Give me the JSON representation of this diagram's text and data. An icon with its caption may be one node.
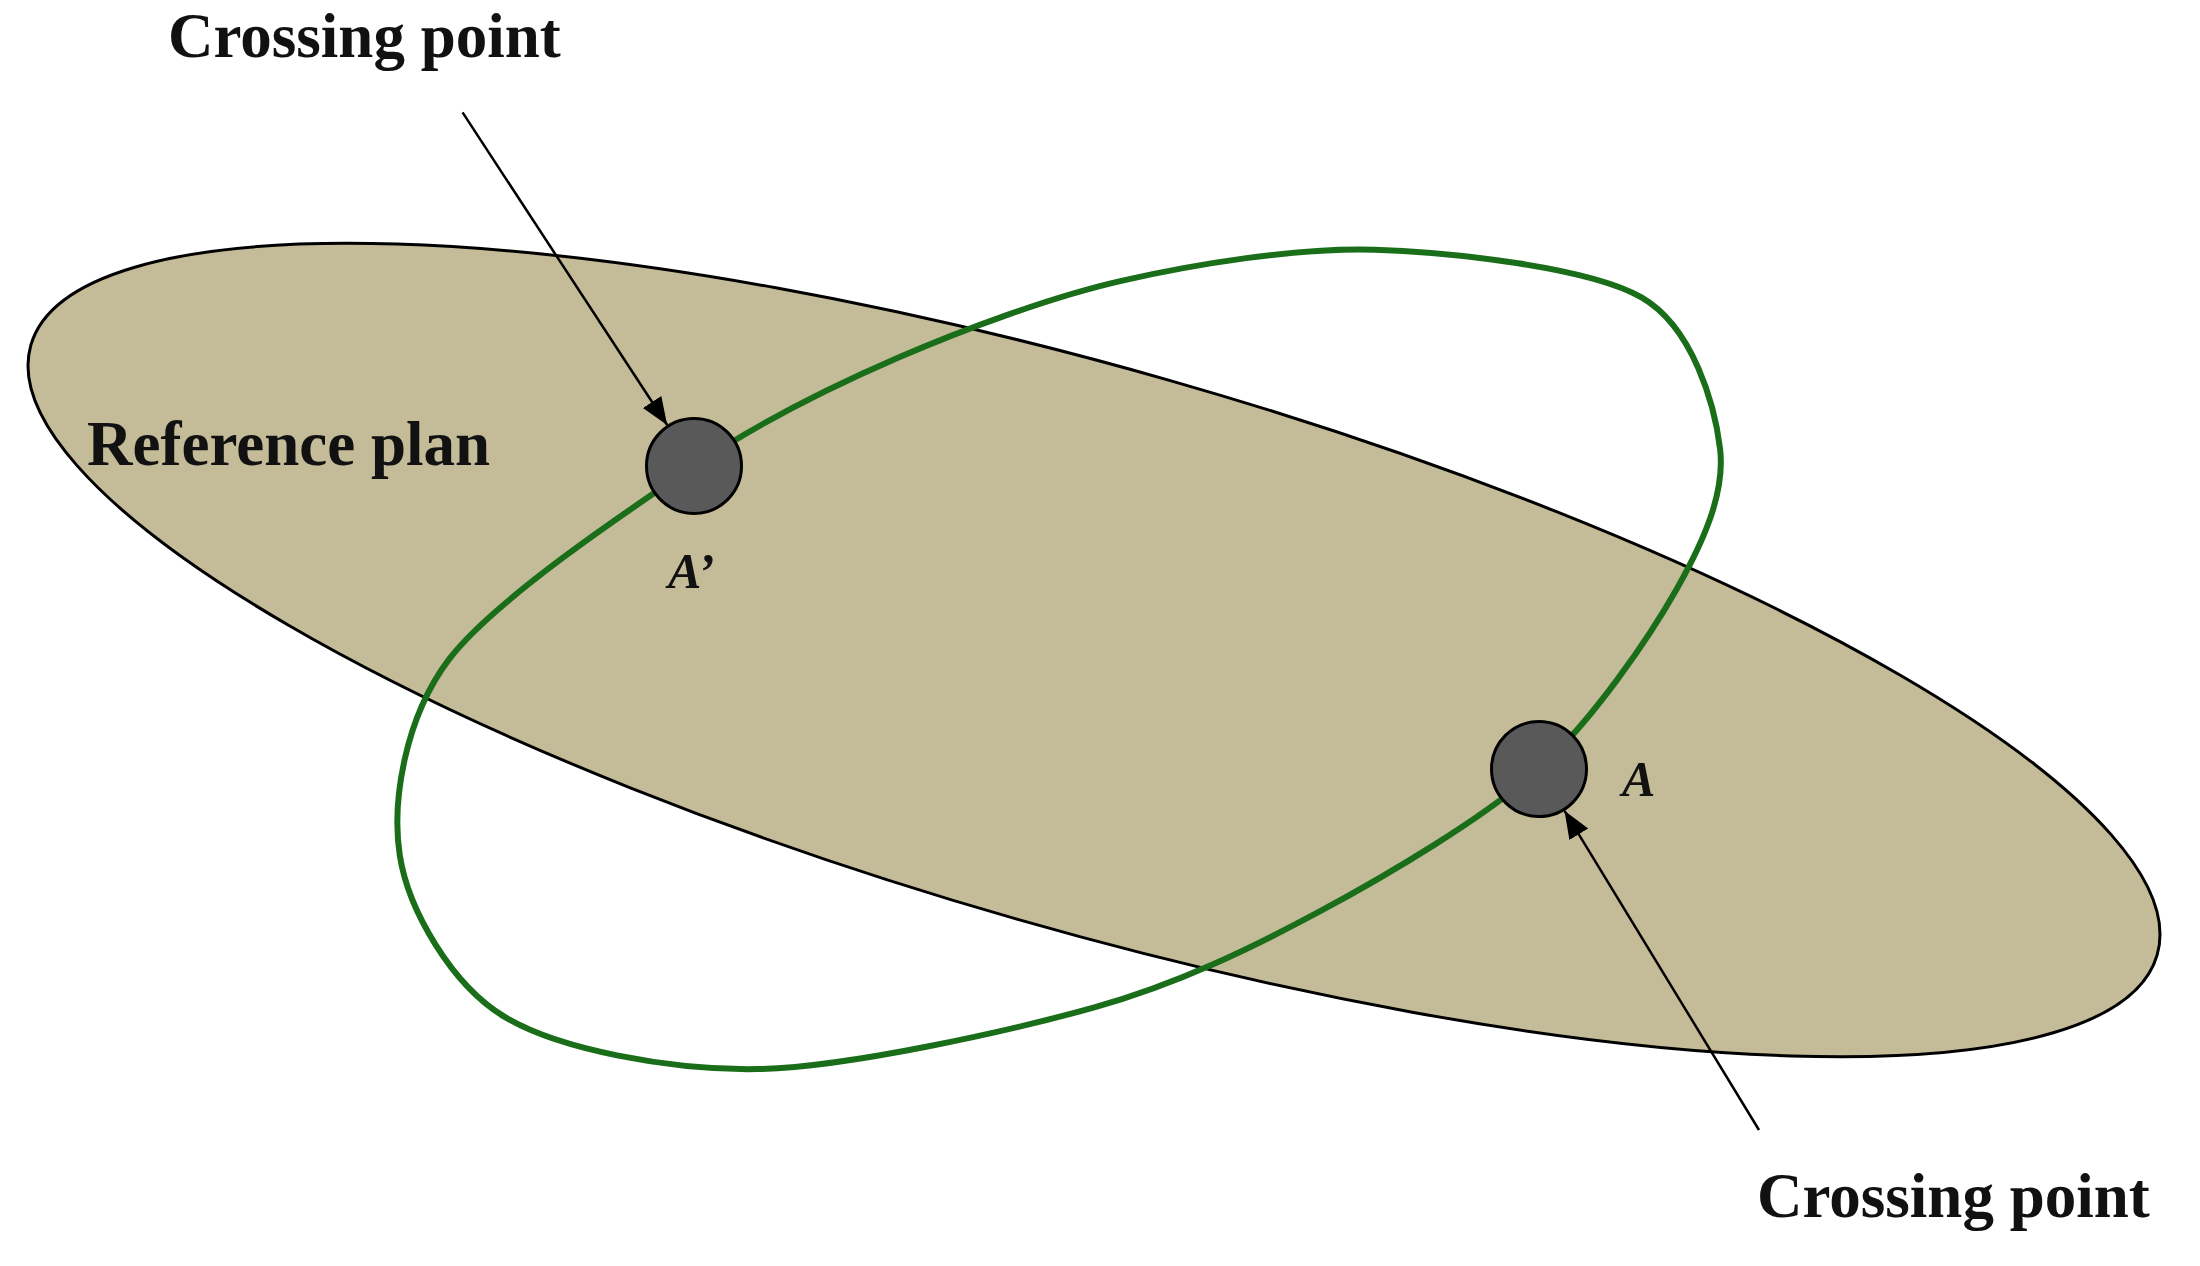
{
  "diagram": {
    "nodes": [
      {
        "text": [
          "Crossing point"
        ]
      },
      {
        "text": [
          "Reference plan"
        ]
      },
      {
        "text": [],
        "shape": "circle",
        "in": 1,
        "beside": [
          "A’"
        ]
      },
      {
        "text": [],
        "shape": "circle",
        "in": 1,
        "beside": [
          "A"
        ]
      },
      {
        "text": [
          "Crossing point"
        ]
      }
    ],
    "edges": [
      {
        "from": 0,
        "to": 2,
        "arrow": "to"
      },
      {
        "from": 4,
        "to": 3,
        "arrow": "to"
      }
    ]
  }
}
